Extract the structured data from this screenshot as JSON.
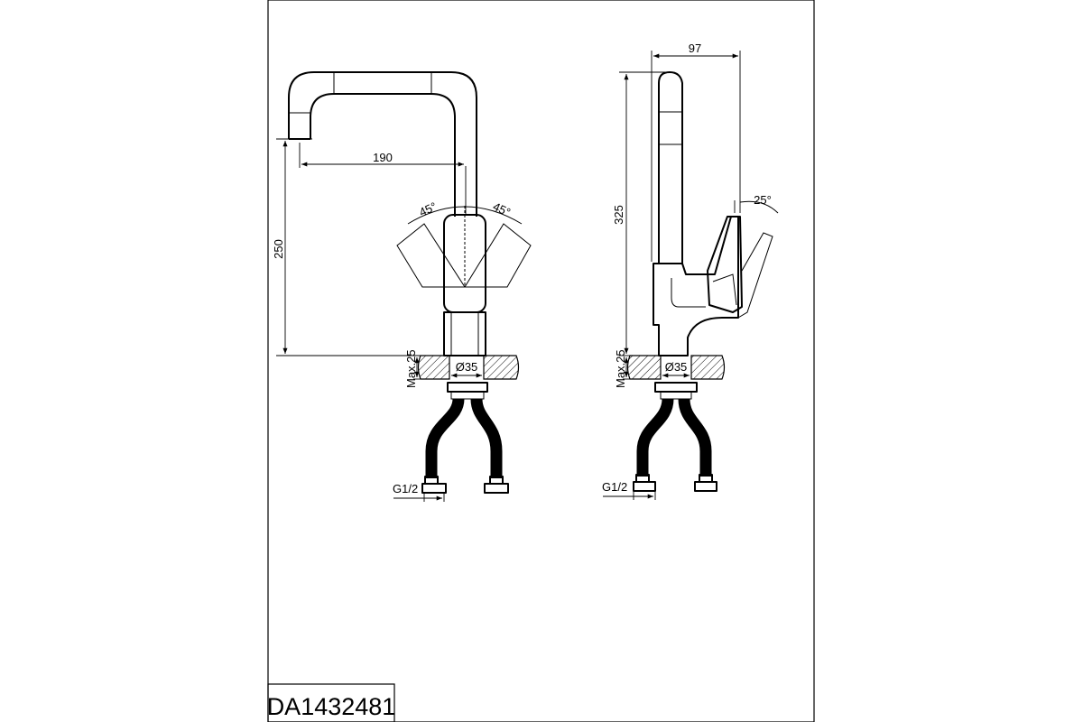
{
  "drawing": {
    "product_code": "DA1432481",
    "front_view": {
      "spout_reach": "190",
      "spout_height": "250",
      "swivel_left": "45°",
      "swivel_right": "45°",
      "deck_thickness": "Max.25",
      "base_diameter": "Ø35",
      "hose_thread": "G1/2"
    },
    "side_view": {
      "depth": "97",
      "total_height": "325",
      "lever_angle": "25°",
      "deck_thickness": "Max.25",
      "base_diameter": "Ø35",
      "hose_thread": "G1/2"
    }
  }
}
